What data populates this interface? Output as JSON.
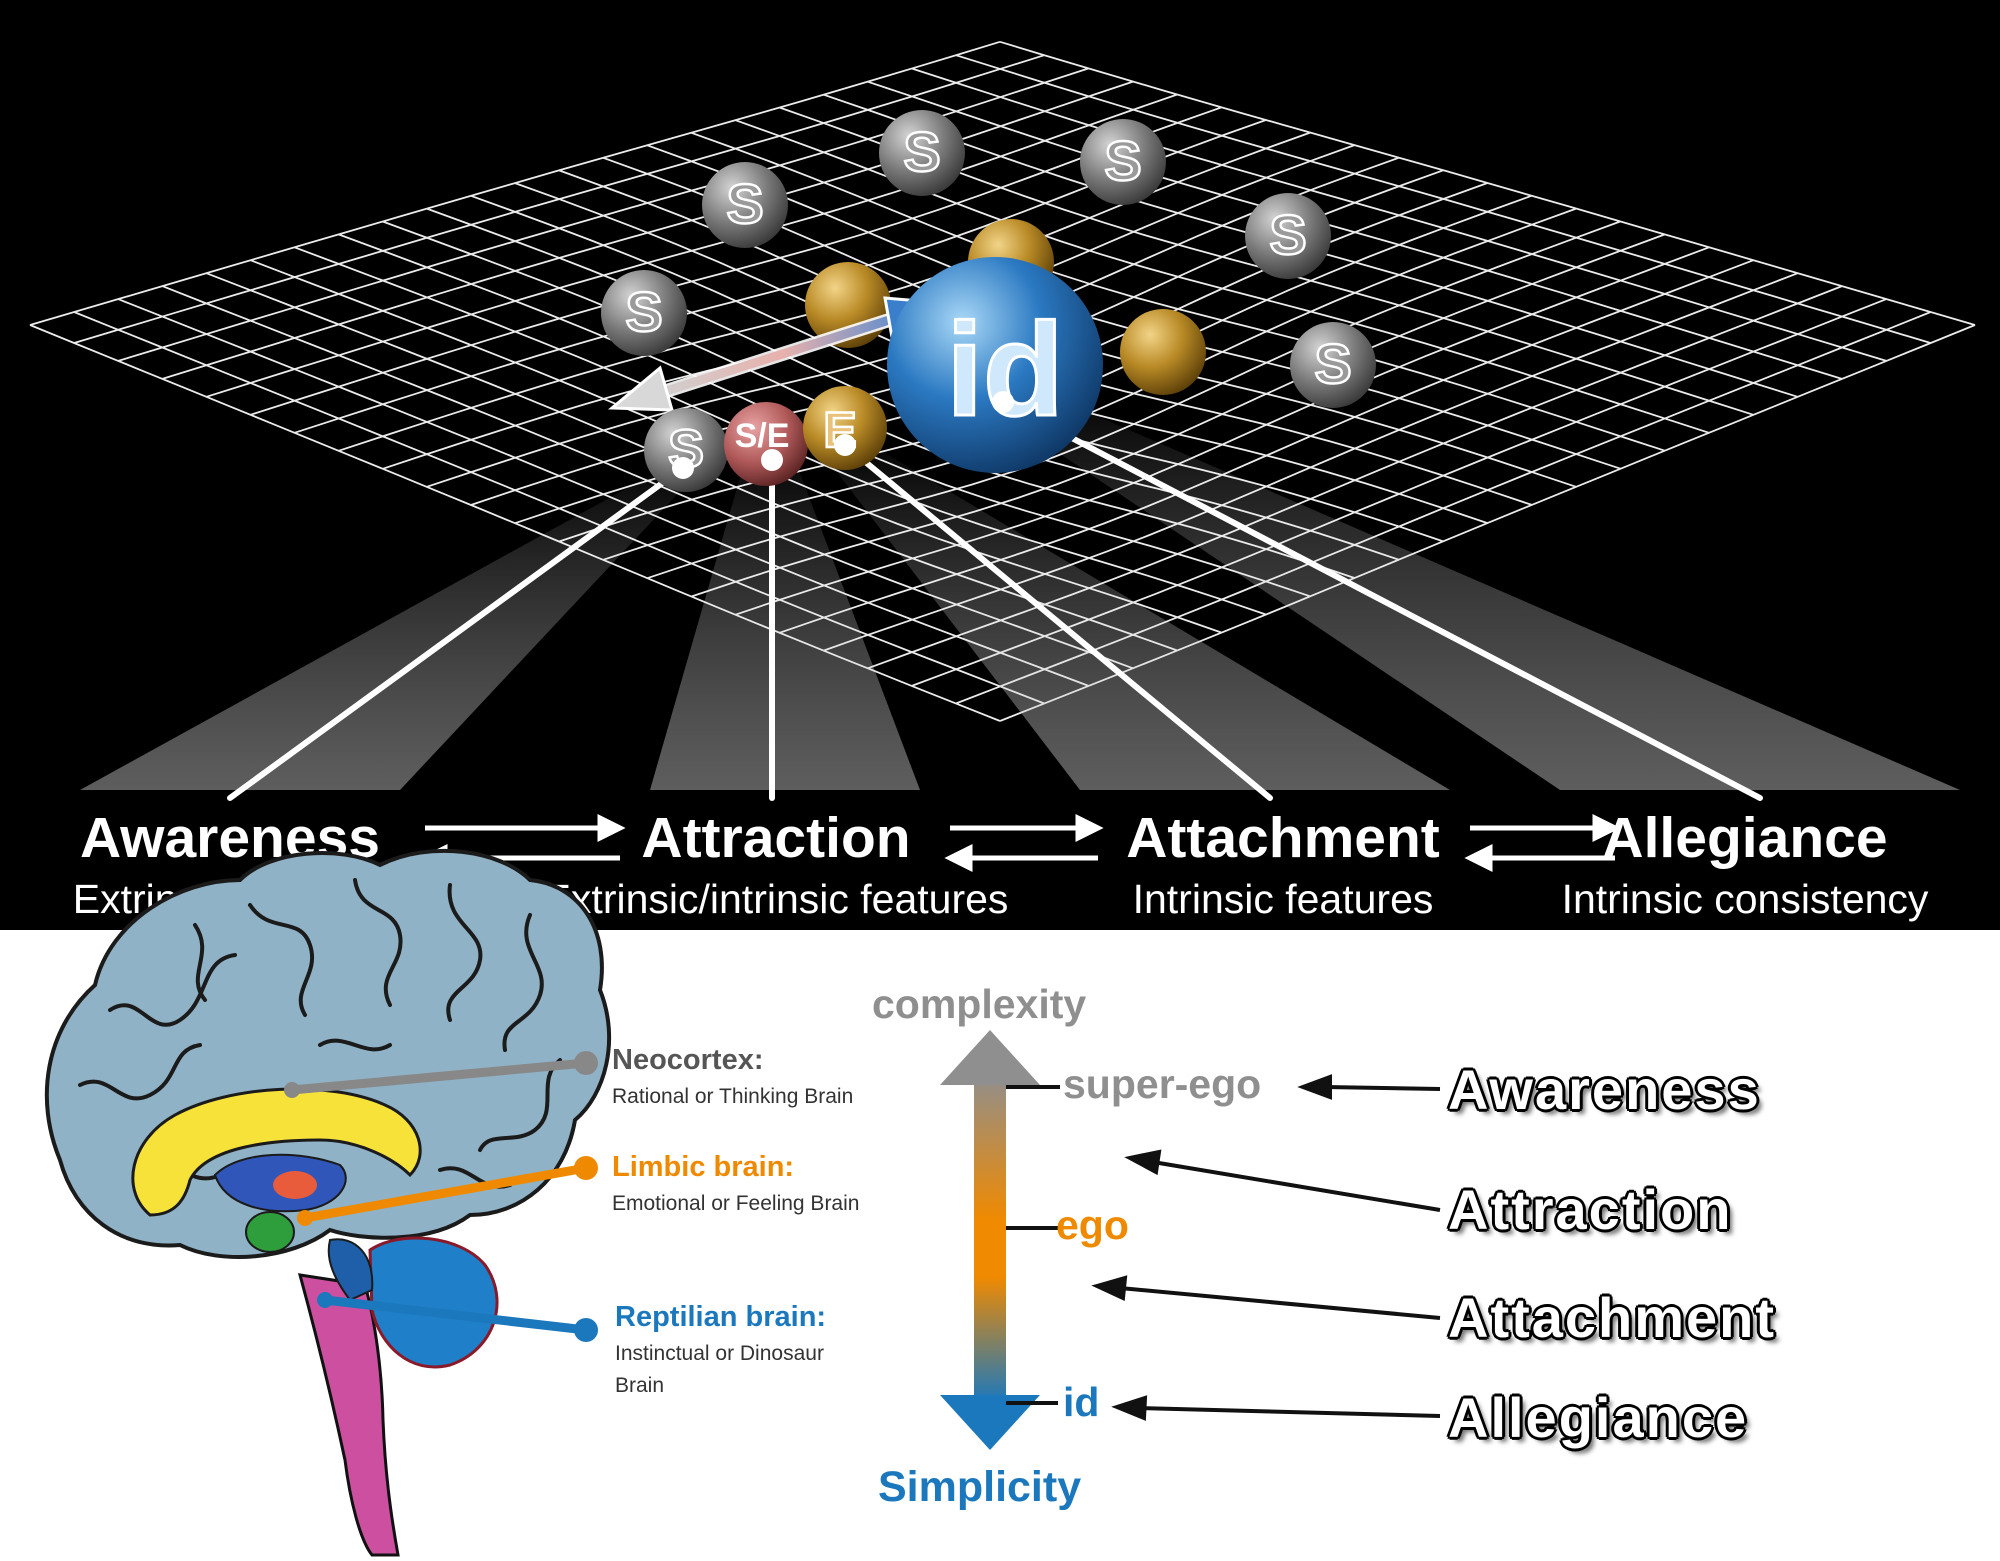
{
  "top": {
    "sphere_labels": {
      "superego": "S",
      "mixed": "S/E",
      "ego": "E",
      "id": "id"
    },
    "stages": [
      {
        "title": "Awareness",
        "subtitle": "Extrinsic features"
      },
      {
        "title": "Attraction",
        "subtitle": "Extrinsic/intrinsic features"
      },
      {
        "title": "Attachment",
        "subtitle": "Intrinsic features"
      },
      {
        "title": "Allegiance",
        "subtitle": "Intrinsic consistency"
      }
    ]
  },
  "brain": {
    "neocortex": {
      "title": "Neocortex:",
      "desc": "Rational or Thinking Brain"
    },
    "limbic": {
      "title": "Limbic brain:",
      "desc": "Emotional or Feeling Brain"
    },
    "reptilian": {
      "title": "Reptilian brain:",
      "desc_line1": "Instinctual or Dinosaur",
      "desc_line2": "Brain"
    }
  },
  "axis": {
    "top_label": "complexity",
    "bottom_label": "Simplicity",
    "levels": {
      "superego": "super-ego",
      "ego": "ego",
      "id": "id"
    }
  },
  "stage_words": [
    "Awareness",
    "Attraction",
    "Attachment",
    "Allegiance"
  ],
  "colors": {
    "superego": "#8f8f8f",
    "ego": "#ef8a00",
    "id": "#1c78bd",
    "grid": "#ffffff",
    "sphere_blue": "#2b79c2",
    "sphere_gold": "#b98a26",
    "sphere_gray": "#6a6a6a",
    "sphere_rose": "#b15a5a"
  }
}
